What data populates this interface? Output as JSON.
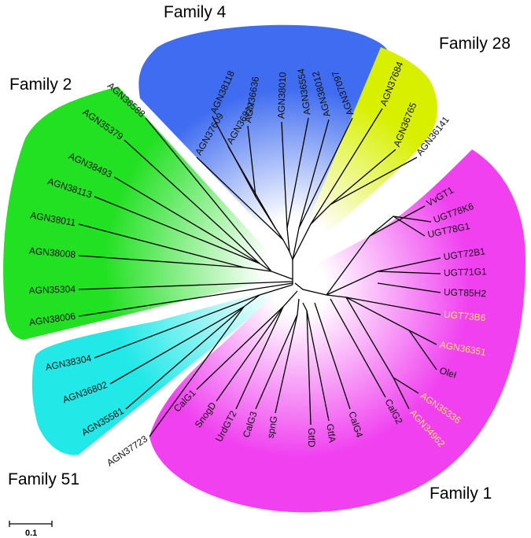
{
  "families": [
    {
      "key": "f4",
      "label": "Family 4",
      "color": "#3f6cf0"
    },
    {
      "key": "f28",
      "label": "Family 28",
      "color": "#d8f000"
    },
    {
      "key": "f2",
      "label": "Family 2",
      "color": "#22e022"
    },
    {
      "key": "f51",
      "label": "Family 51",
      "color": "#22e8e8"
    },
    {
      "key": "f1",
      "label": "Family 1",
      "color": "#f040f0"
    }
  ],
  "scale_bar_label": "0.1",
  "highlight_color": "#f7e06a",
  "leaves": [
    {
      "label": "AGN37609",
      "family": "f4"
    },
    {
      "label": "AGN36817",
      "family": "f4"
    },
    {
      "label": "AGN38118",
      "family": "f4"
    },
    {
      "label": "AGN36636",
      "family": "f4"
    },
    {
      "label": "AGN38010",
      "family": "f4"
    },
    {
      "label": "AGN36554",
      "family": "f4"
    },
    {
      "label": "AGN38012",
      "family": "f4"
    },
    {
      "label": "AGN37097",
      "family": "f4"
    },
    {
      "label": "AGN37684",
      "family": "f28"
    },
    {
      "label": "AGN36765",
      "family": "f28"
    },
    {
      "label": "AGN36141",
      "family": "f28"
    },
    {
      "label": "VvGT1",
      "family": "f1"
    },
    {
      "label": "UGT78K6",
      "family": "f1"
    },
    {
      "label": "UGT78G1",
      "family": "f1"
    },
    {
      "label": "UGT72B1",
      "family": "f1"
    },
    {
      "label": "UGT71G1",
      "family": "f1"
    },
    {
      "label": "UGT85H2",
      "family": "f1"
    },
    {
      "label": "UGT73B6",
      "family": "f1",
      "highlight": true
    },
    {
      "label": "AGN36351",
      "family": "f1",
      "highlight": true
    },
    {
      "label": "OleI",
      "family": "f1"
    },
    {
      "label": "AGN35336",
      "family": "f1",
      "highlight": true
    },
    {
      "label": "AGN34962",
      "family": "f1",
      "highlight": true
    },
    {
      "label": "CalG2",
      "family": "f1"
    },
    {
      "label": "CalG4",
      "family": "f1"
    },
    {
      "label": "GtfA",
      "family": "f1"
    },
    {
      "label": "GtfD",
      "family": "f1"
    },
    {
      "label": "spnG",
      "family": "f1"
    },
    {
      "label": "CalG3",
      "family": "f1"
    },
    {
      "label": "UrdGT2",
      "family": "f1"
    },
    {
      "label": "SnogD",
      "family": "f1"
    },
    {
      "label": "CalG1",
      "family": "f1"
    },
    {
      "label": "AGN37723",
      "family": "f51"
    },
    {
      "label": "AGN35581",
      "family": "f51"
    },
    {
      "label": "AGN36802",
      "family": "f51"
    },
    {
      "label": "AGN38304",
      "family": "f51"
    },
    {
      "label": "AGN38006",
      "family": "f2"
    },
    {
      "label": "AGN35304",
      "family": "f2"
    },
    {
      "label": "AGN38008",
      "family": "f2"
    },
    {
      "label": "AGN38011",
      "family": "f2"
    },
    {
      "label": "AGN38113",
      "family": "f2"
    },
    {
      "label": "AGN38493",
      "family": "f2"
    },
    {
      "label": "AGN35379",
      "family": "f2"
    },
    {
      "label": "AGN36588",
      "family": "f2"
    }
  ]
}
